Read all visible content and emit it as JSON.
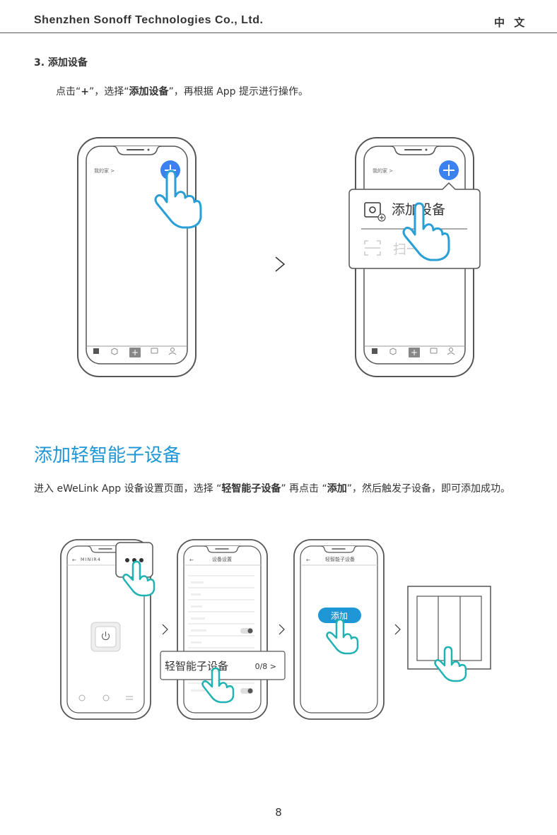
{
  "header": {
    "company": "Shenzhen Sonoff Technologies Co., Ltd.",
    "language": "中 文"
  },
  "step3": {
    "heading": "3. 添加设备",
    "text_before": "点击“",
    "plus": "+",
    "text_mid": "”，选择“",
    "add_device": "添加设备",
    "text_after": "”，再根据 App 提示进行操作。"
  },
  "phone_left": {
    "home_label": "我的家 >"
  },
  "phone_right": {
    "home_label": "我的家 >",
    "menu_add_device": "添加设备",
    "menu_scan": "扫一"
  },
  "section": {
    "title": "添加轻智能子设备",
    "body_1": "进入 eWeLink App 设备设置页面，选择 “",
    "body_bold_1": "轻智能子设备",
    "body_2": "” 再点击 “",
    "body_bold_2": "添加",
    "body_3": "”，然后触发子设备，即可添加成功。"
  },
  "bottom_phones": {
    "phone1_title": "MINIR4",
    "phone2_title": "设备设置",
    "phone3_title": "轻智能子设备",
    "sub_device_label": "轻智能子设备",
    "sub_device_count": "0/8 >",
    "add_button": "添加"
  },
  "footer": {
    "page_number": "8"
  },
  "colors": {
    "accent_blue": "#1f96d6",
    "plus_button_blue": "#3b82f0",
    "hand_cyan": "#2a9fd6",
    "hand_teal": "#21b3b3"
  }
}
